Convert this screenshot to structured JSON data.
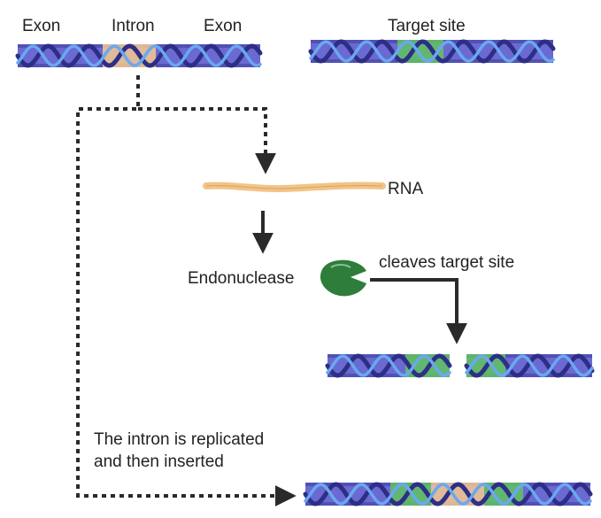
{
  "labels": {
    "exon_left": "Exon",
    "intron": "Intron",
    "exon_right": "Exon",
    "target_site": "Target site",
    "rna": "RNA",
    "endonuclease": "Endonuclease",
    "cleaves": "cleaves target site",
    "intron_note_line1": "The intron is replicated",
    "intron_note_line2": "and then inserted"
  },
  "colors": {
    "dna_bar": "#6a6ad2",
    "dna_bar_dark": "#3c3c9c",
    "strand_dark": "#2e2e86",
    "strand_light": "#6aa8f0",
    "intron_fill": "#f3c98f",
    "target_fill": "#5fc45f",
    "rna": "#f2c488",
    "endonuclease": "#2f7d3a",
    "arrow": "#2a2a2a"
  },
  "icons": {
    "dna": "dna-double-helix-icon",
    "enzyme": "endonuclease-pacman-icon"
  }
}
